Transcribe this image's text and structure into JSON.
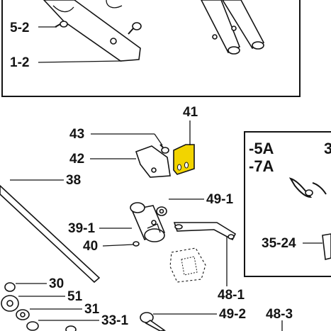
{
  "accent_color": "#f2d400",
  "frame_top": {
    "labels": [
      "5-2",
      "1-2"
    ]
  },
  "frame_right": {
    "labels": [
      "-5A",
      "-7A",
      "3",
      "35-24"
    ]
  },
  "parts": {
    "p41": "41",
    "p43": "43",
    "p42": "42",
    "p38": "38",
    "p49_1": "49-1",
    "p39_1": "39-1",
    "p40": "40",
    "p35_24": "35-24",
    "p30": "30",
    "p51": "51",
    "p31": "31",
    "p33_1": "33-1",
    "p48_1": "48-1",
    "p49_2": "49-2",
    "p48_3": "48-3"
  },
  "highlighted_part": "41"
}
